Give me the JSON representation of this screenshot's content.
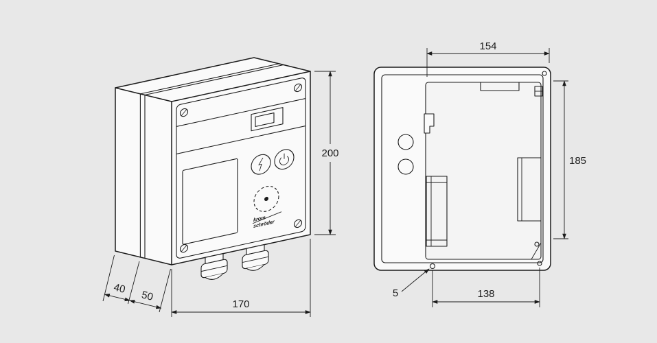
{
  "background": "#e8e8e8",
  "ink": "#1b1b1b",
  "left_view": {
    "description": "device-front-perspective-view",
    "logo_line1": "krom",
    "logo_line2": "schröder",
    "dim_height": "200",
    "dim_width": "170",
    "dim_depth_back": "40",
    "dim_depth_front": "50"
  },
  "right_view": {
    "description": "housing-open-rear-box-view",
    "dim_top_width": "154",
    "dim_side_height": "185",
    "dim_hole_spacing": "138",
    "dim_hole_leader": "5"
  }
}
